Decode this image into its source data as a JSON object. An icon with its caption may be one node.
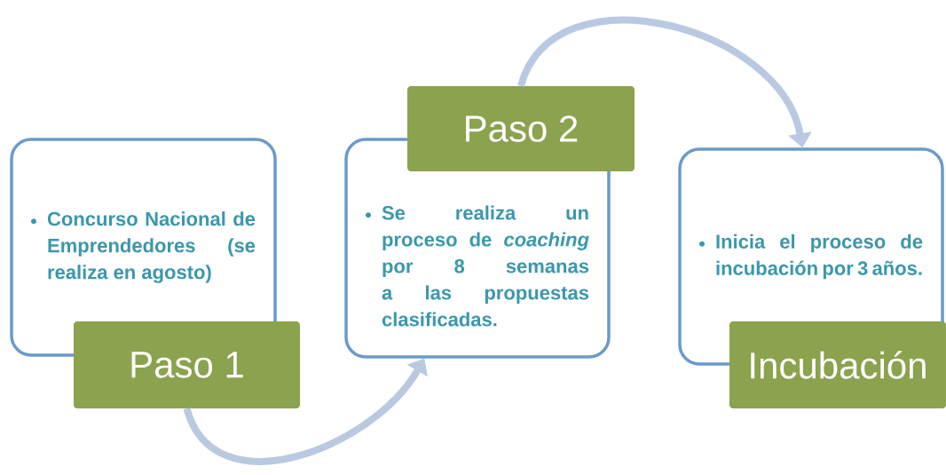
{
  "diagram": {
    "nodes": [
      {
        "text": [
          "Concurso Nacional de Emprendedores (se realiza en agosto)"
        ]
      },
      {
        "text": [
          "Paso 1"
        ]
      },
      {
        "text": [
          "Paso 2"
        ]
      },
      {
        "text": [
          "Se realiza un proceso de *coaching* por 8 semanas a las propuestas clasificadas."
        ]
      },
      {
        "text": [
          "Inicia el proceso de incubación por 3 años."
        ]
      },
      {
        "text": [
          "Incubación"
        ]
      }
    ],
    "edges": [
      {
        "from": 1,
        "to": 3,
        "arrow": "to"
      },
      {
        "from": 2,
        "to": 4,
        "arrow": "to"
      }
    ]
  }
}
